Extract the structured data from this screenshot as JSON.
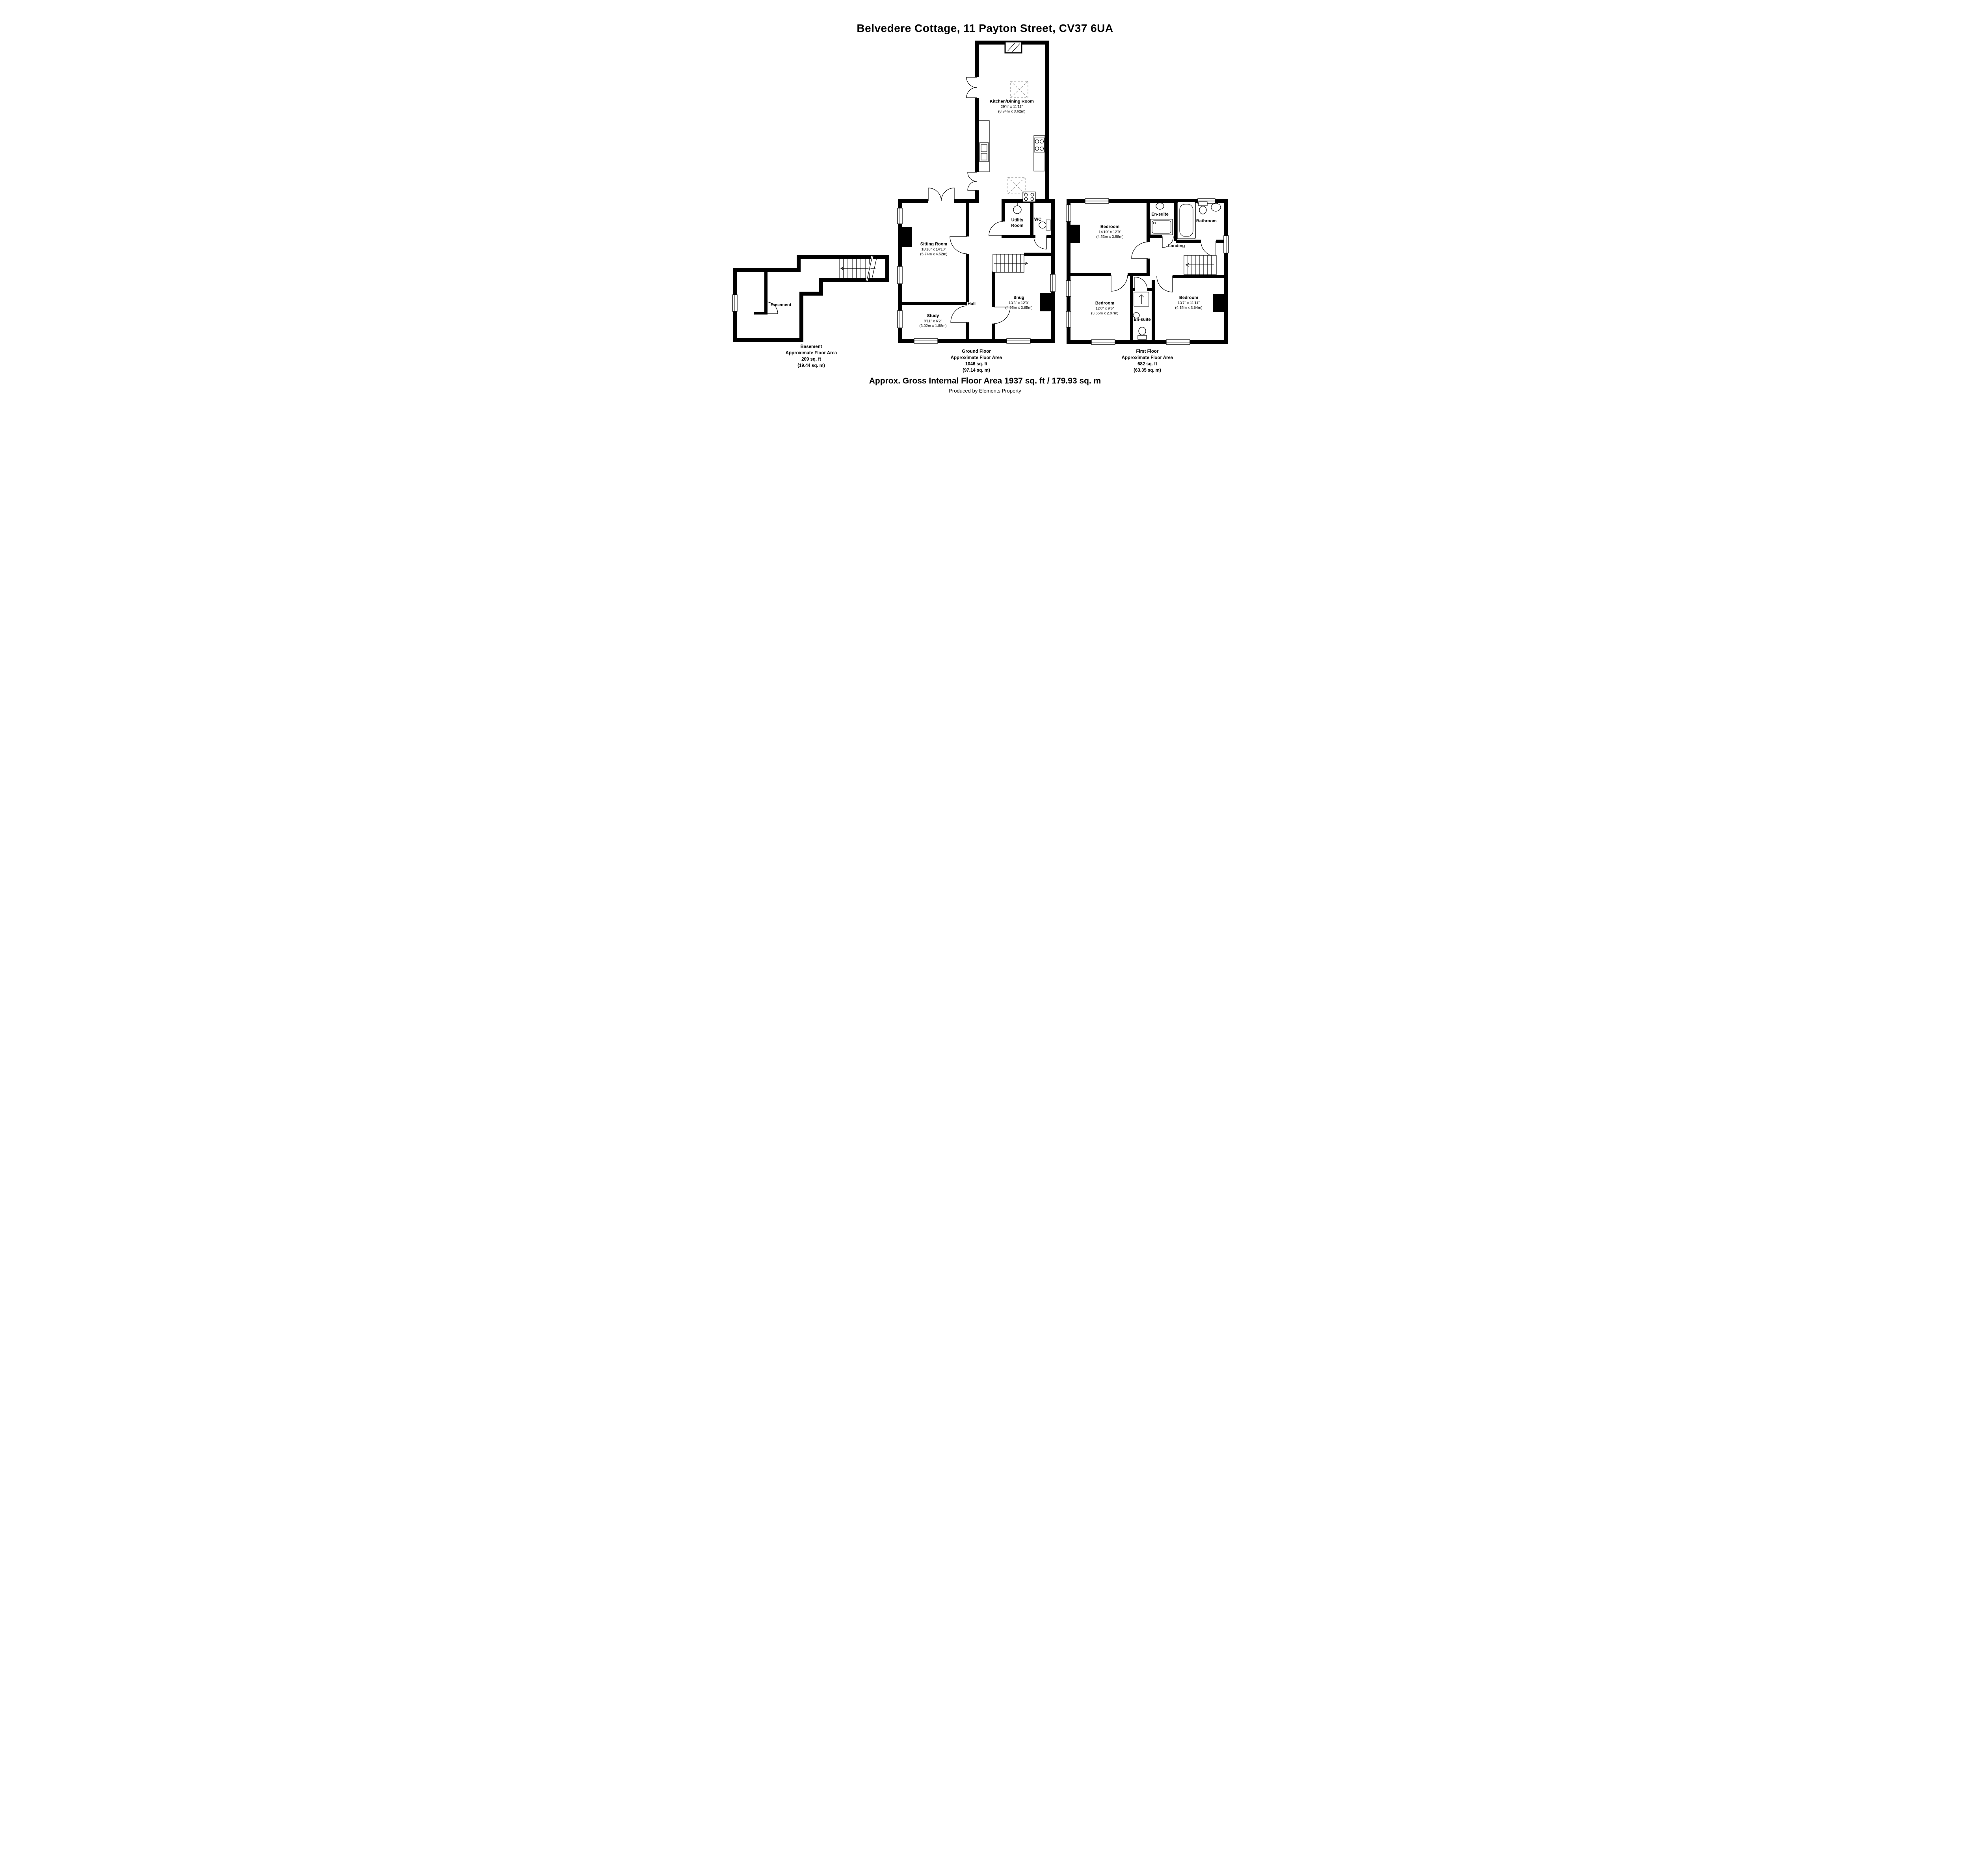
{
  "title": "Belvedere Cottage, 11 Payton Street, CV37 6UA",
  "colors": {
    "walls": "#000000",
    "background": "#ffffff"
  },
  "basement": {
    "room_label": "Basement",
    "summary": {
      "floor": "Basement",
      "area_title": "Approximate Floor Area",
      "area_imperial": "209 sq. ft",
      "area_metric": "(19.44 sq. m)"
    }
  },
  "ground_floor": {
    "rooms": {
      "kitchen": {
        "name": "Kitchen/Dining Room",
        "imperial": "29'4\" x 11'11\"",
        "metric": "(8.94m x 3.62m)"
      },
      "utility": {
        "name": "Utility\nRoom"
      },
      "wc": {
        "name": "WC"
      },
      "sitting_room": {
        "name": "Sitting Room",
        "imperial": "18'10\" x 14'10\"",
        "metric": "(5.74m x 4.52m)"
      },
      "hall": {
        "name": "Hall"
      },
      "snug": {
        "name": "Snug",
        "imperial": "13'3\" x 12'0\"",
        "metric": "(4.05m x 3.65m)"
      },
      "study": {
        "name": "Study",
        "imperial": "9'11\" x 6'2\"",
        "metric": "(3.02m x 1.88m)"
      }
    },
    "summary": {
      "floor": "Ground Floor",
      "area_title": "Approximate Floor Area",
      "area_imperial": "1046 sq. ft",
      "area_metric": "(97.14 sq. m)"
    }
  },
  "first_floor": {
    "rooms": {
      "bedroom_1": {
        "name": "Bedroom",
        "imperial": "14'10\" x 12'9\"",
        "metric": "(4.53m x 3.88m)"
      },
      "en_suite_1": {
        "name": "En-suite"
      },
      "bathroom": {
        "name": "Bathroom"
      },
      "landing": {
        "name": "Landing"
      },
      "bedroom_2": {
        "name": "Bedroom",
        "imperial": "12'0\" x 9'5\"",
        "metric": "(3.65m x 2.87m)"
      },
      "bedroom_3": {
        "name": "Bedroom",
        "imperial": "13'7\" x 11'11\"",
        "metric": "(4.15m x 3.64m)"
      },
      "en_suite_2": {
        "name": "En-suite"
      }
    },
    "summary": {
      "floor": "First Floor",
      "area_title": "Approximate Floor Area",
      "area_imperial": "682 sq. ft",
      "area_metric": "(63.35 sq. m)"
    }
  },
  "footer": {
    "gross_area": "Approx. Gross Internal Floor Area 1937 sq. ft / 179.93 sq. m",
    "credit": "Produced by Elements Property"
  }
}
